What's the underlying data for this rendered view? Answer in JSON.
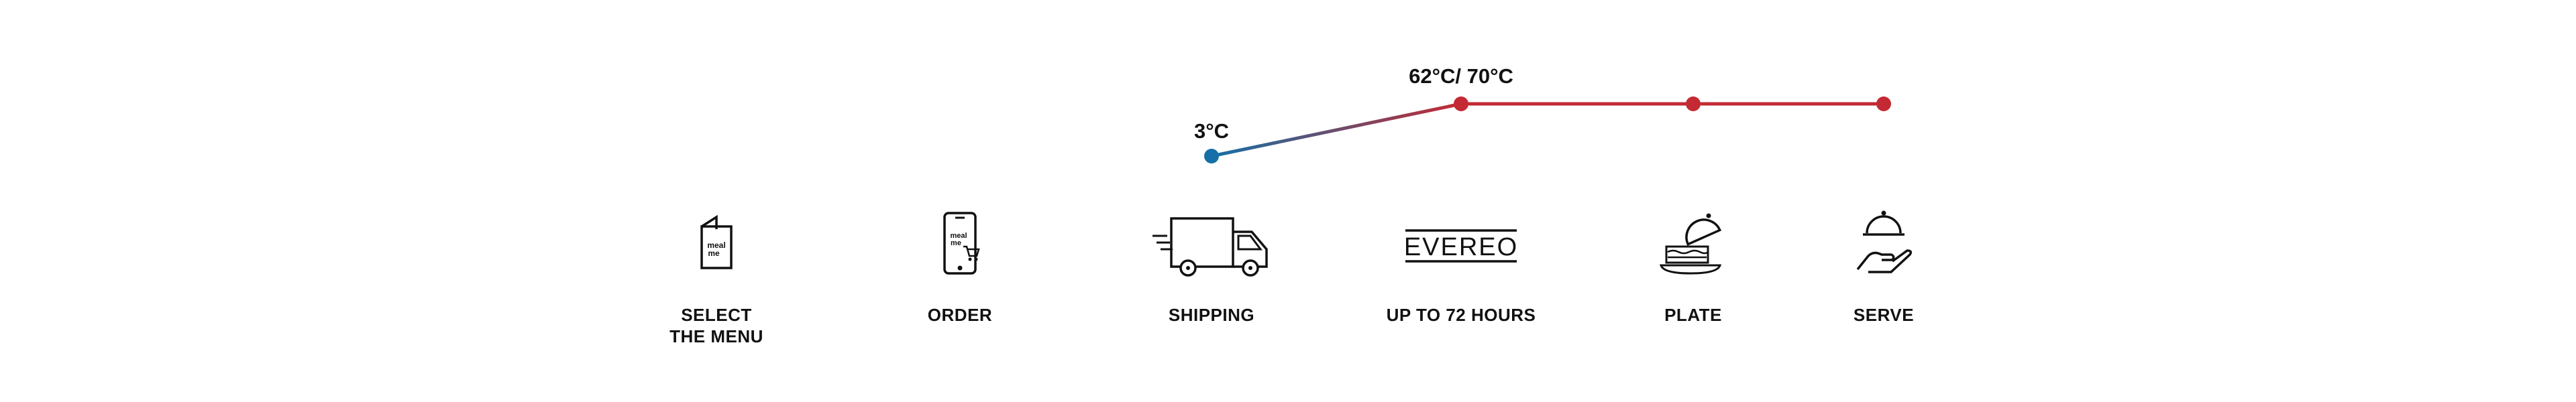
{
  "colors": {
    "cold": "#1470a6",
    "hot": "#c32a33",
    "ink": "#111111"
  },
  "temperatures": {
    "cold_label": "3°C",
    "hot_label": "62°C/ 70°C"
  },
  "steps": [
    {
      "label_lines": [
        "SELECT",
        "THE MENU"
      ],
      "icon": "menu-card-icon"
    },
    {
      "label_lines": [
        "ORDER"
      ],
      "icon": "smartphone-cart-icon"
    },
    {
      "label_lines": [
        "SHIPPING"
      ],
      "icon": "delivery-van-icon"
    },
    {
      "label_lines": [
        "UP TO 72 HOURS"
      ],
      "icon": "evereo-logo-icon",
      "logo_text": "EVEREO"
    },
    {
      "label_lines": [
        "PLATE"
      ],
      "icon": "cloche-plate-icon"
    },
    {
      "label_lines": [
        "SERVE"
      ],
      "icon": "serving-hand-icon"
    }
  ]
}
